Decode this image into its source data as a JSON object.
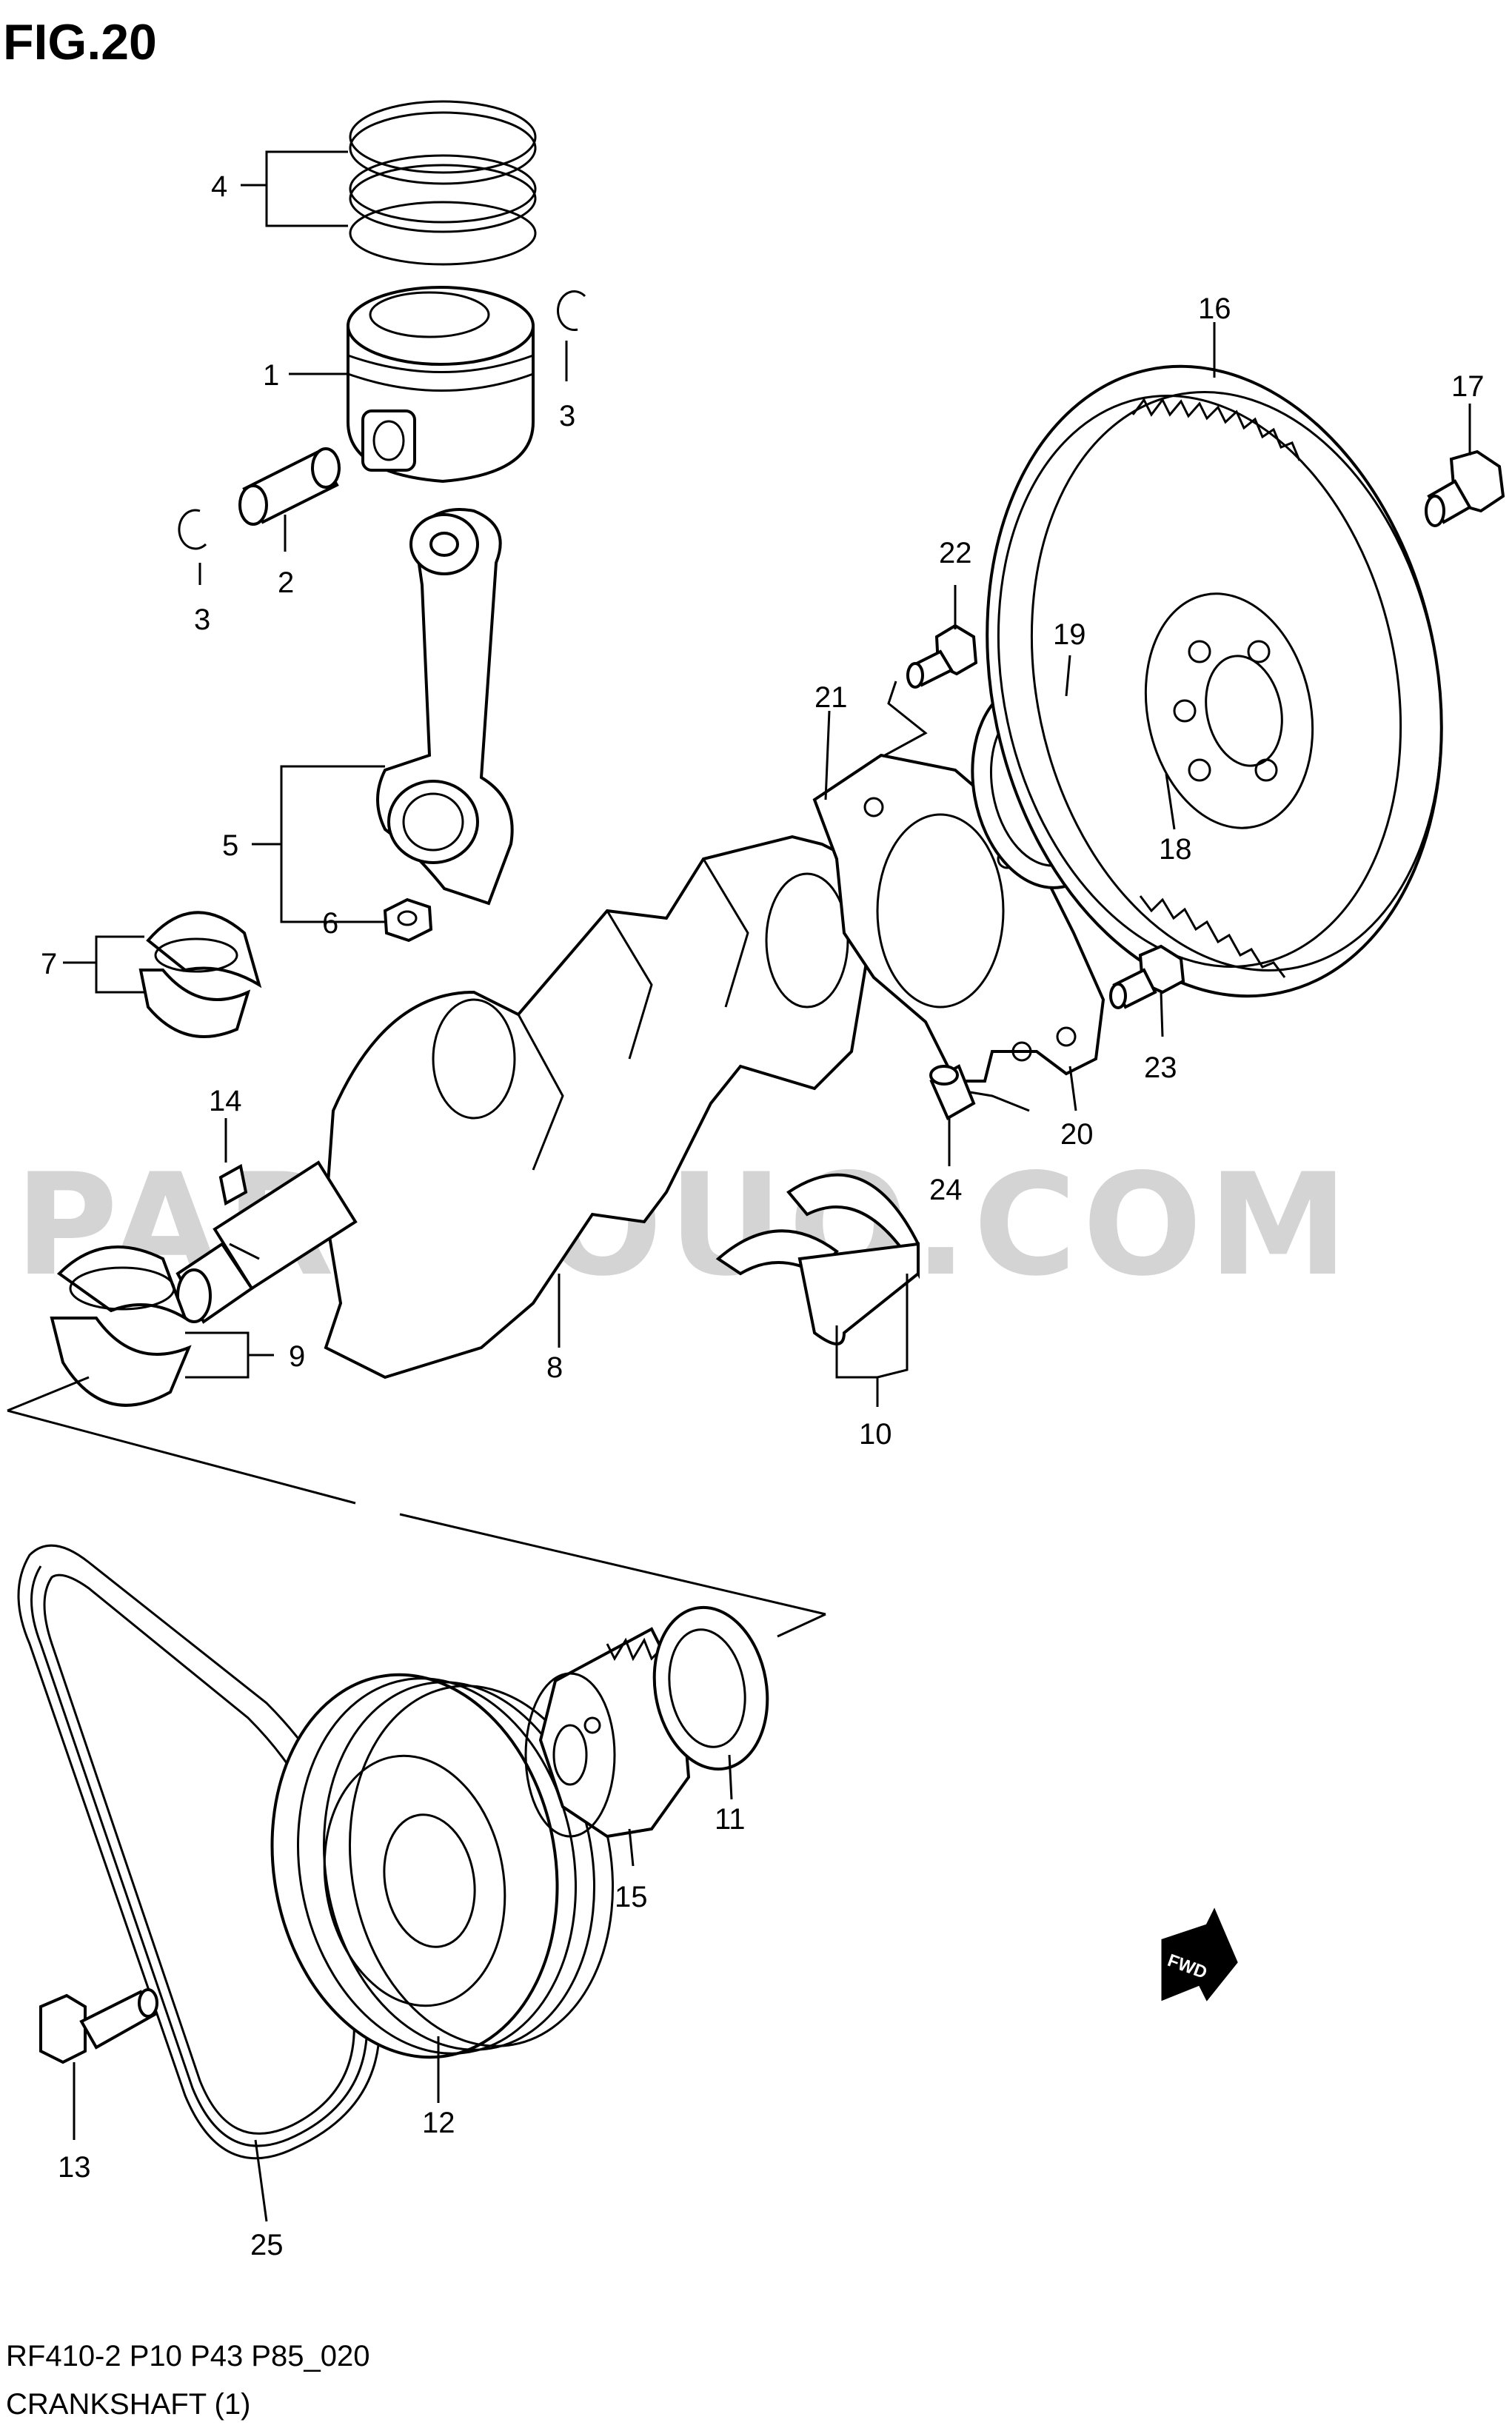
{
  "figure": {
    "title": "FIG.20",
    "footer_code": "RF410-2 P10 P43 P85_020",
    "footer_name": "CRANKSHAFT (1)",
    "watermark": "PARTSOUQ.COM",
    "fwd_label": "FWD"
  },
  "callouts": [
    {
      "id": "c1",
      "text": "1"
    },
    {
      "id": "c2",
      "text": "2"
    },
    {
      "id": "c3a",
      "text": "3"
    },
    {
      "id": "c3b",
      "text": "3"
    },
    {
      "id": "c4",
      "text": "4"
    },
    {
      "id": "c5",
      "text": "5"
    },
    {
      "id": "c6",
      "text": "6"
    },
    {
      "id": "c7",
      "text": "7"
    },
    {
      "id": "c8",
      "text": "8"
    },
    {
      "id": "c9",
      "text": "9"
    },
    {
      "id": "c10",
      "text": "10"
    },
    {
      "id": "c11",
      "text": "11"
    },
    {
      "id": "c12",
      "text": "12"
    },
    {
      "id": "c13",
      "text": "13"
    },
    {
      "id": "c14",
      "text": "14"
    },
    {
      "id": "c15",
      "text": "15"
    },
    {
      "id": "c16",
      "text": "16"
    },
    {
      "id": "c17",
      "text": "17"
    },
    {
      "id": "c18",
      "text": "18"
    },
    {
      "id": "c19",
      "text": "19"
    },
    {
      "id": "c20",
      "text": "20"
    },
    {
      "id": "c21",
      "text": "21"
    },
    {
      "id": "c22",
      "text": "22"
    },
    {
      "id": "c23",
      "text": "23"
    },
    {
      "id": "c24",
      "text": "24"
    },
    {
      "id": "c25",
      "text": "25"
    }
  ]
}
